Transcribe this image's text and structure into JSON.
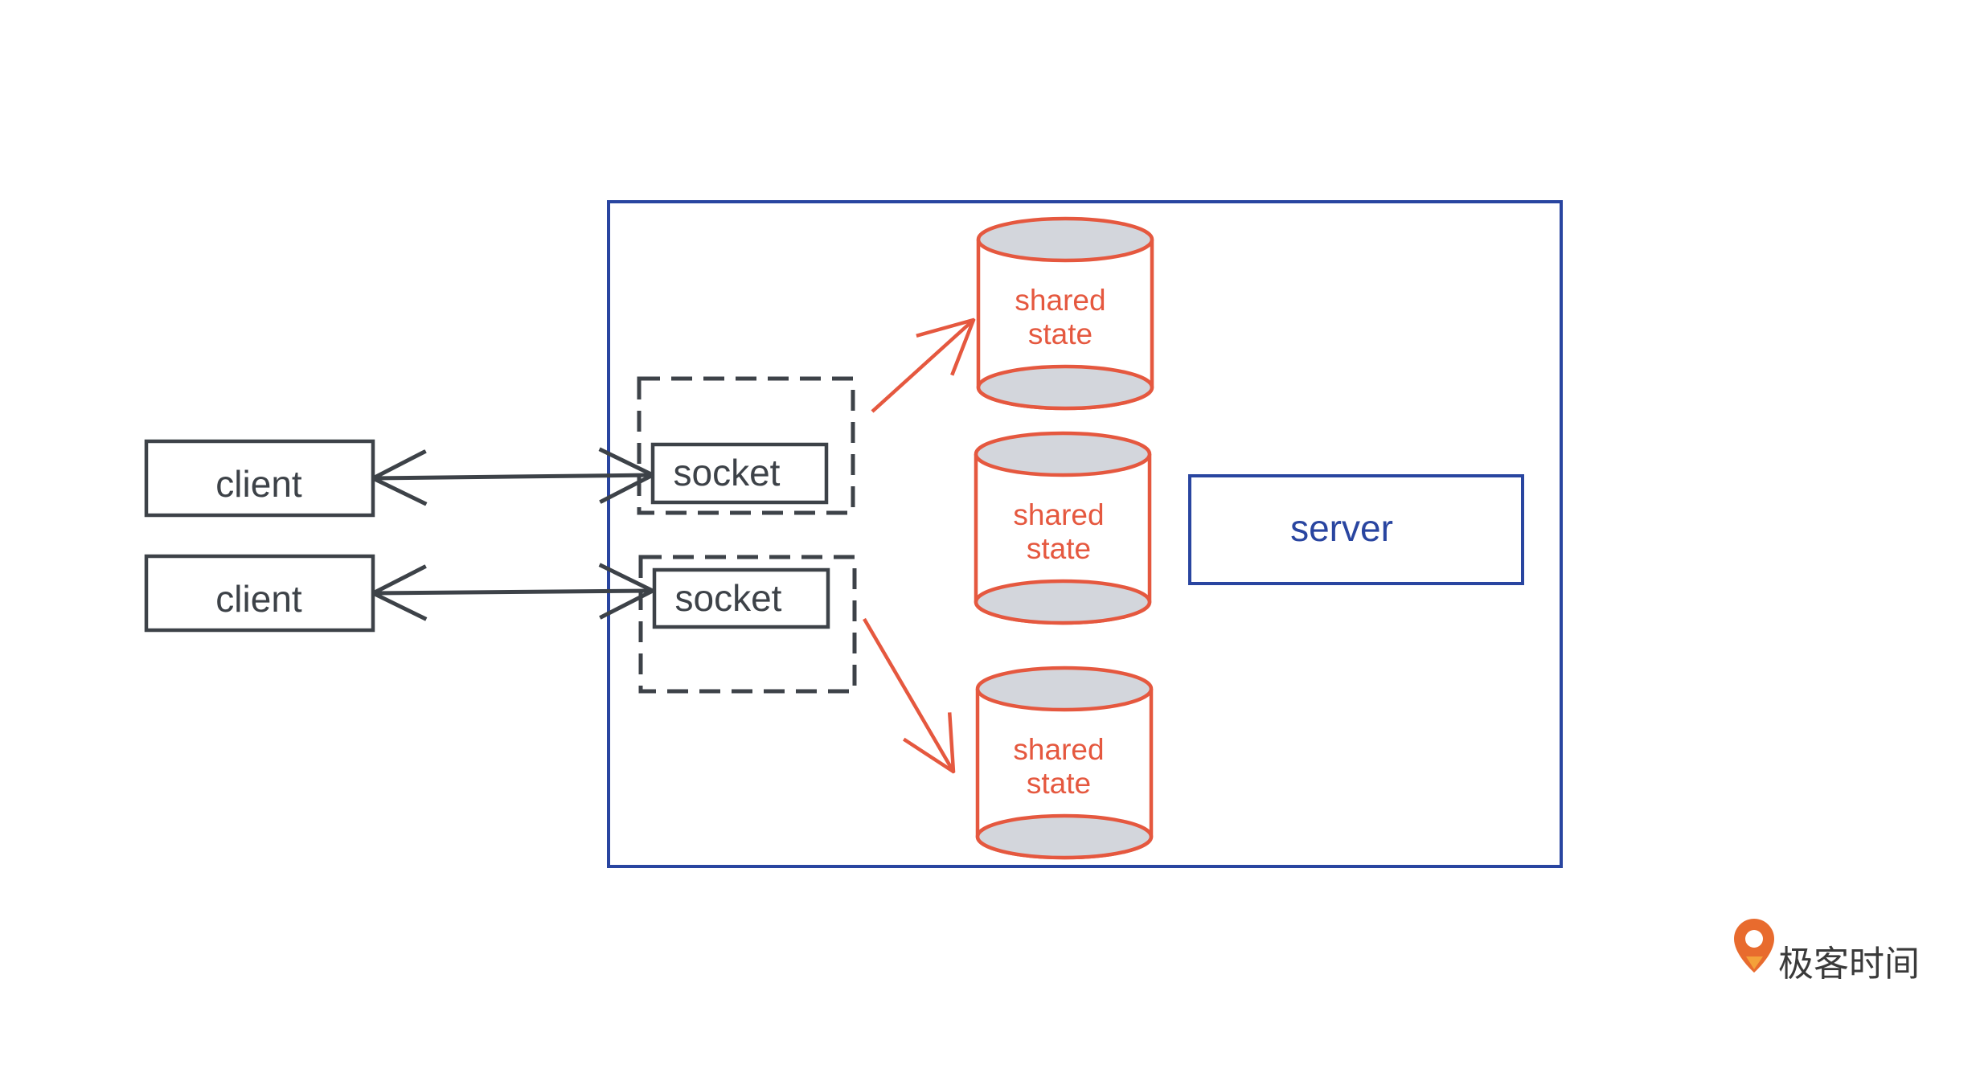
{
  "diagram": {
    "clients": [
      {
        "label": "client"
      },
      {
        "label": "client"
      }
    ],
    "sockets": [
      {
        "label": "socket"
      },
      {
        "label": "socket"
      }
    ],
    "shared_states": [
      {
        "line1": "shared",
        "line2": "state"
      },
      {
        "line1": "shared",
        "line2": "state"
      },
      {
        "line1": "shared",
        "line2": "state"
      }
    ],
    "server": {
      "label": "server"
    }
  },
  "brand": {
    "name": "极客时间"
  },
  "colors": {
    "server_blue": "#2945a0",
    "state_red": "#e5583f",
    "dark": "#3d4248",
    "cylinder_fill": "#d3d6dc",
    "brand_orange": "#e86b2e"
  }
}
